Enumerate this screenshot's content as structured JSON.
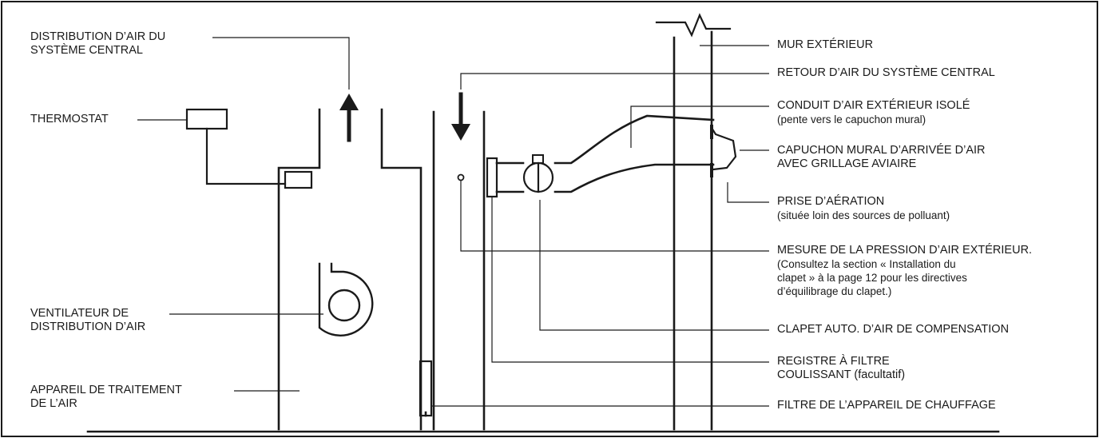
{
  "labels": {
    "central_supply": [
      "DISTRIBUTION D’AIR DU",
      "SYSTÈME CENTRAL"
    ],
    "thermostat": "THERMOSTAT",
    "blower": [
      "VENTILATEUR DE",
      "DISTRIBUTION D’AIR"
    ],
    "air_handler": [
      "APPAREIL DE TRAITEMENT",
      "DE L’AIR"
    ],
    "exterior_wall": "MUR EXTÉRIEUR",
    "central_return": "RETOUR D’AIR DU SYSTÈME CENTRAL",
    "insulated_duct": [
      "CONDUIT D’AIR EXTÉRIEUR ISOLÉ",
      "(pente vers le capuchon mural)"
    ],
    "wall_hood": [
      "CAPUCHON MURAL D’ARRIVÉE D’AIR",
      "AVEC GRILLAGE AVIAIRE"
    ],
    "fresh_air_intake": [
      "PRISE D’AÉRATION",
      "(située loin des sources de polluant)"
    ],
    "pressure_measure": [
      "MESURE DE LA PRESSION D’AIR EXTÉRIEUR.",
      "(Consultez la section « Installation du",
      "clapet » à la page 12 pour les directives",
      "d’équilibrage du clapet.)"
    ],
    "damper": "CLAPET AUTO. D’AIR DE COMPENSATION",
    "filter_rack": [
      "REGISTRE À FILTRE",
      "COULISSANT (facultatif)"
    ],
    "furnace_filter": "FILTRE DE L’APPAREIL DE CHAUFFAGE"
  }
}
